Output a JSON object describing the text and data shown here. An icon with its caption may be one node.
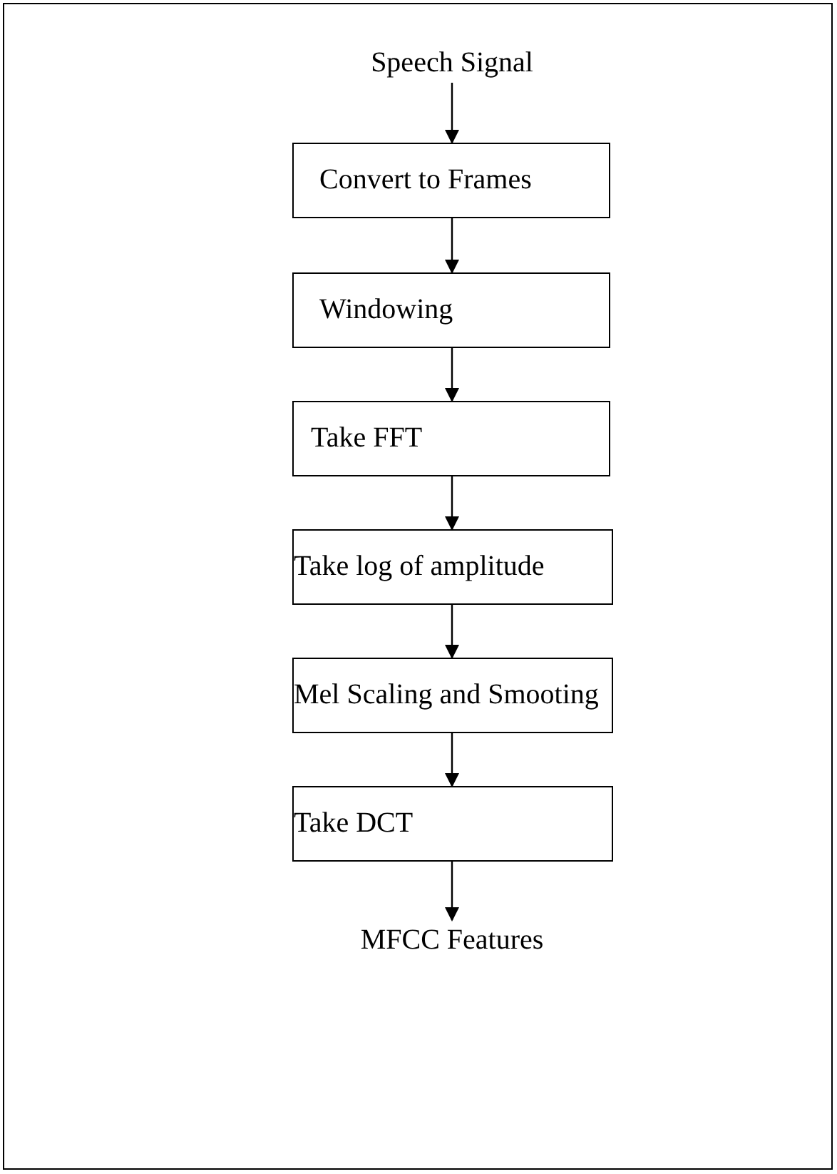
{
  "diagram": {
    "nodes": [
      {
        "text": [
          "Speech Signal"
        ]
      },
      {
        "text": [
          "Convert to Frames"
        ]
      },
      {
        "text": [
          "Windowing"
        ]
      },
      {
        "text": [
          "Take FFT"
        ]
      },
      {
        "text": [
          "Take log of amplitude"
        ]
      },
      {
        "text": [
          "Mel Scaling and Smooting"
        ]
      },
      {
        "text": [
          "Take DCT"
        ]
      },
      {
        "text": [
          "MFCC Features"
        ]
      }
    ],
    "edges": [
      {
        "from": 0,
        "to": 1,
        "arrow": "to"
      },
      {
        "from": 1,
        "to": 2,
        "arrow": "to"
      },
      {
        "from": 2,
        "to": 3,
        "arrow": "to"
      },
      {
        "from": 3,
        "to": 4,
        "arrow": "to"
      },
      {
        "from": 4,
        "to": 5,
        "arrow": "to"
      },
      {
        "from": 5,
        "to": 6,
        "arrow": "to"
      },
      {
        "from": 6,
        "to": 7,
        "arrow": "to"
      }
    ]
  }
}
